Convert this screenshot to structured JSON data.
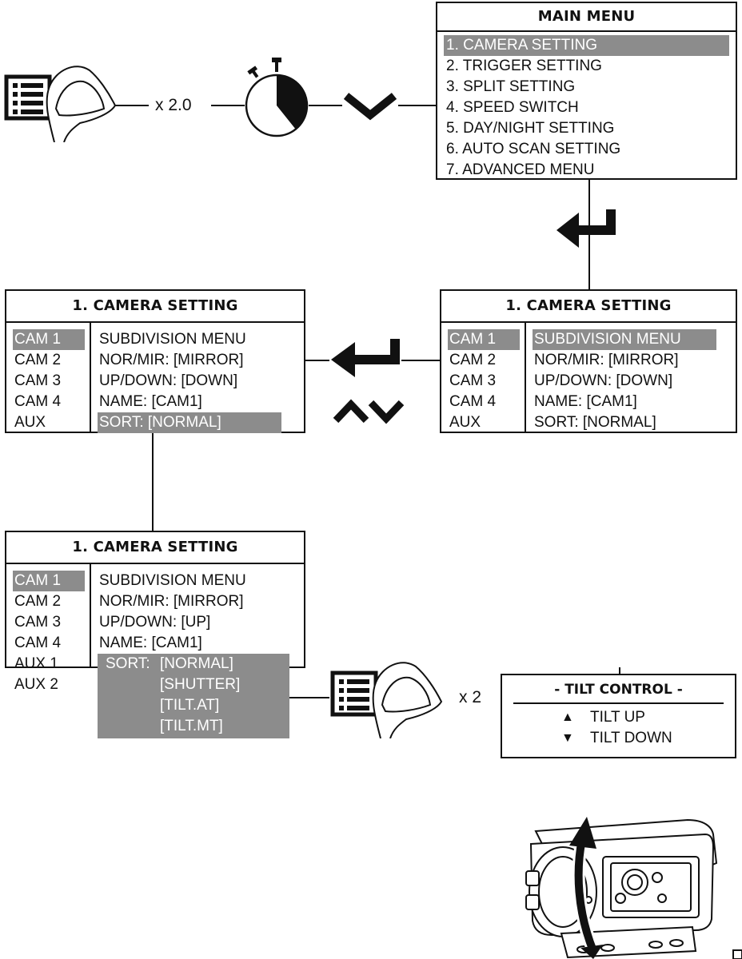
{
  "main_menu": {
    "title": "MAIN MENU",
    "items": [
      "1. CAMERA SETTING",
      "2. TRIGGER SETTING",
      "3. SPLIT SETTING",
      "4. SPEED SWITCH",
      "5. DAY/NIGHT SETTING",
      "6. AUTO SCAN SETTING",
      "7. ADVANCED MENU"
    ],
    "selected_index": 0
  },
  "step1": {
    "press_label": "x 2.0"
  },
  "camera_setting_right": {
    "title": "1. CAMERA SETTING",
    "cams": [
      "CAM 1",
      "CAM 2",
      "CAM 3",
      "CAM 4",
      "AUX"
    ],
    "items": [
      "SUBDIVISION MENU",
      "NOR/MIR: [MIRROR]",
      "UP/DOWN: [DOWN]",
      "NAME: [CAM1]",
      "SORT: [NORMAL]"
    ],
    "selected_cam": 0,
    "selected_item": 0
  },
  "camera_setting_left": {
    "title": "1. CAMERA SETTING",
    "cams": [
      "CAM 1",
      "CAM 2",
      "CAM 3",
      "CAM 4",
      "AUX"
    ],
    "items": [
      "SUBDIVISION MENU",
      "NOR/MIR: [MIRROR]",
      "UP/DOWN: [DOWN]",
      "NAME: [CAM1]",
      "SORT: [NORMAL]"
    ],
    "selected_cam": 0,
    "selected_item": 4
  },
  "camera_setting_bottom": {
    "title": "1. CAMERA SETTING",
    "cams": [
      "CAM 1",
      "CAM 2",
      "CAM 3",
      "CAM 4",
      "AUX 1",
      "AUX 2"
    ],
    "items": [
      "SUBDIVISION MENU",
      "NOR/MIR: [MIRROR]",
      "UP/DOWN: [UP]",
      "NAME: [CAM1]"
    ],
    "sort_label": "SORT:",
    "sort_options": [
      "[NORMAL]",
      "[SHUTTER]",
      "[TILT.AT]",
      "[TILT.MT]"
    ],
    "selected_cam": 0
  },
  "step_tilt": {
    "press_label": "x 2"
  },
  "tilt_control": {
    "title": "- TILT CONTROL -",
    "up_symbol": "▲",
    "up_label": "TILT UP",
    "down_symbol": "▼",
    "down_label": "TILT DOWN"
  },
  "colors": {
    "highlight": "#8c8c8c",
    "line": "#111111"
  }
}
